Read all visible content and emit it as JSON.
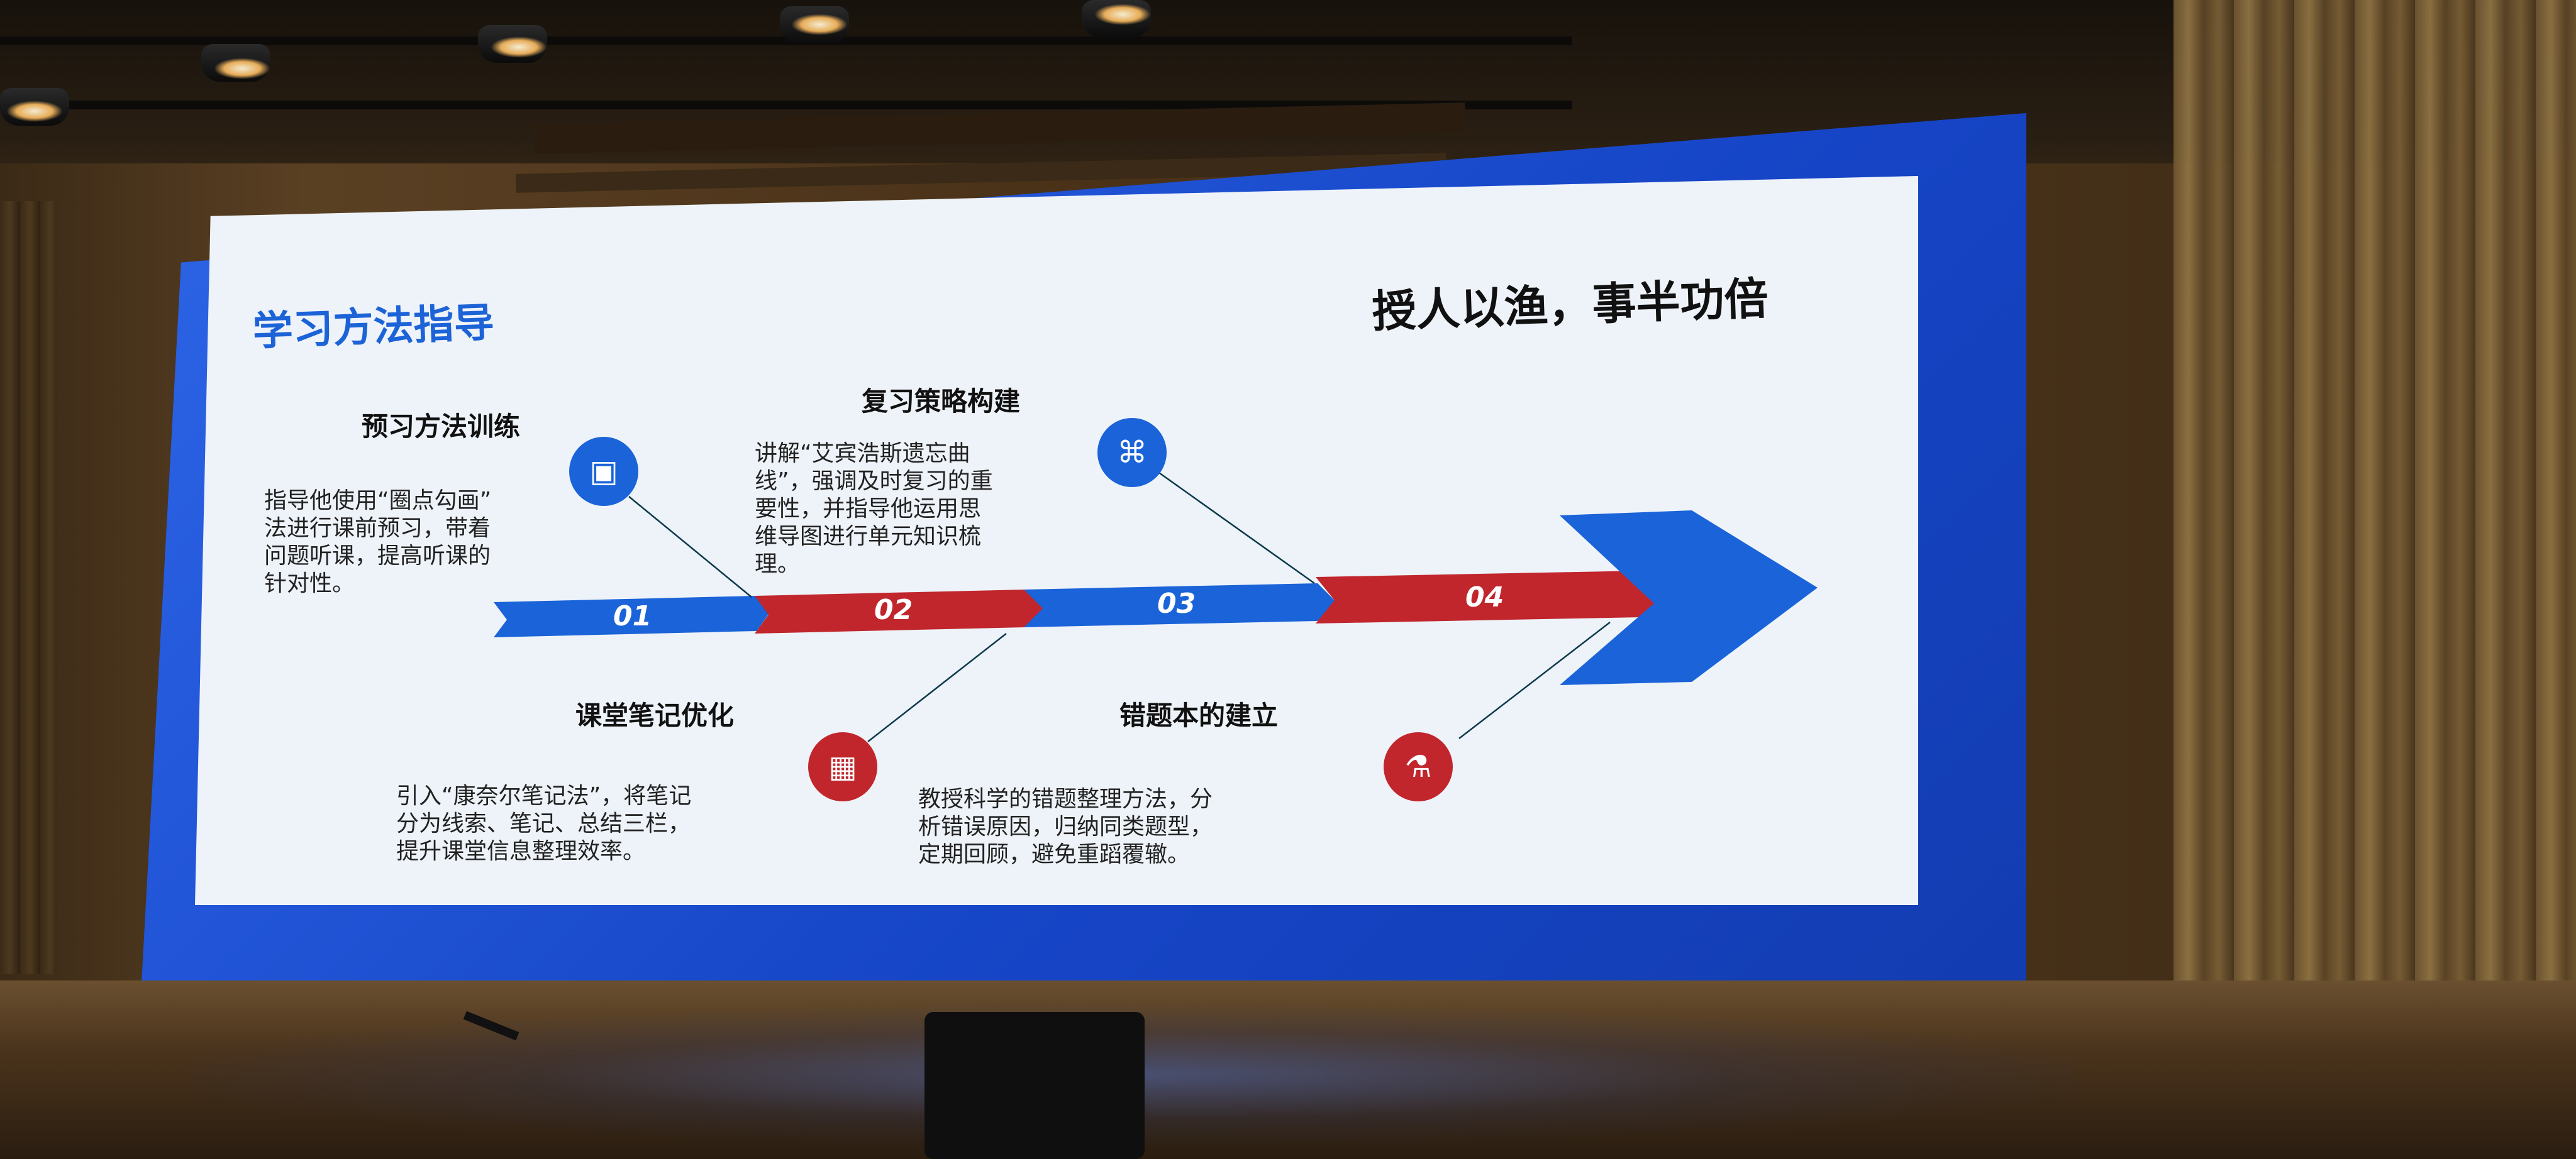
{
  "slide": {
    "title": "学习方法指导",
    "slogan": "授人以渔，事半功倍",
    "steps": [
      {
        "id": "01",
        "heading": "预习方法训练",
        "text": "指导他使用“圈点勾画”\n法进行课前预习，带着\n问题听课，提高听课的\n针对性。",
        "icon": "document-icon"
      },
      {
        "id": "02",
        "heading": "课堂笔记优化",
        "text": "引入“康奈尔笔记法”，将笔记\n分为线索、笔记、总结三栏，\n提升课堂信息整理效率。",
        "icon": "image-icon"
      },
      {
        "id": "03",
        "heading": "复习策略构建",
        "text": "讲解“艾宾浩斯遗忘曲\n线”，强调及时复习的重\n要性，并指导他运用思\n维导图进行单元知识梳\n理。",
        "icon": "hierarchy-icon"
      },
      {
        "id": "04",
        "heading": "错题本的建立",
        "text": "教授科学的错题整理方法，分\n析错误原因，归纳同类题型，\n定期回顾，避免重蹈覆辙。",
        "icon": "flask-icon"
      }
    ]
  },
  "colors": {
    "screen_blue": "#1a4fd6",
    "slide_bg": "#eef3f9",
    "title_blue": "#1c63d8",
    "arrow_blue": "#1a63d8",
    "arrow_red": "#c0262c",
    "slogan_black": "#111111"
  }
}
